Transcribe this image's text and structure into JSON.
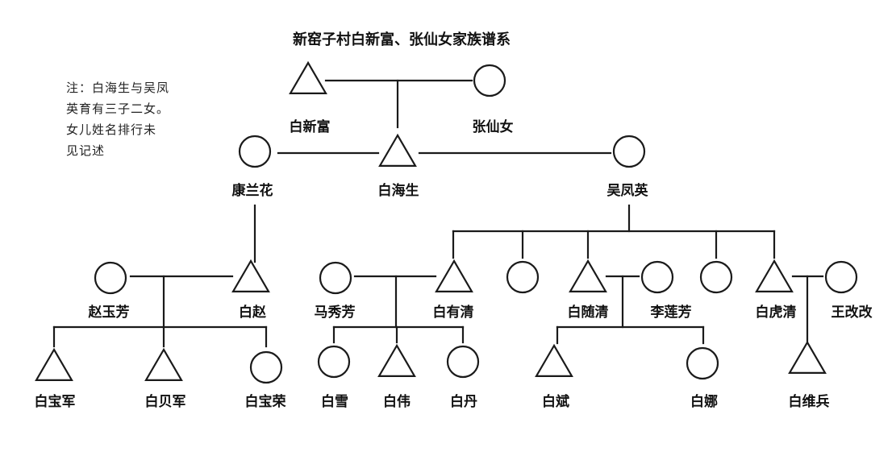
{
  "title": "新窑子村白新富、张仙女家族谱系",
  "note_lines": [
    "注：白海生与吴凤",
    "英育有三子二女。",
    "女儿姓名排行未",
    "见记述"
  ],
  "legend_semantics": {
    "triangle": "male",
    "circle": "female"
  },
  "people": [
    {
      "id": "bai-xinfu",
      "name": "白新富",
      "sex": "male"
    },
    {
      "id": "zhang-xiannv",
      "name": "张仙女",
      "sex": "female"
    },
    {
      "id": "kang-lanhua",
      "name": "康兰花",
      "sex": "female"
    },
    {
      "id": "bai-haisheng",
      "name": "白海生",
      "sex": "male"
    },
    {
      "id": "wu-fengying",
      "name": "吴凤英",
      "sex": "female"
    },
    {
      "id": "zhao-yufang",
      "name": "赵玉芳",
      "sex": "female"
    },
    {
      "id": "bai-zhao",
      "name": "白赵",
      "sex": "male"
    },
    {
      "id": "ma-xiufang",
      "name": "马秀芳",
      "sex": "female"
    },
    {
      "id": "bai-youqing",
      "name": "白有清",
      "sex": "male"
    },
    {
      "id": "daughter-1",
      "name": "",
      "sex": "female"
    },
    {
      "id": "bai-suiqing",
      "name": "白随清",
      "sex": "male"
    },
    {
      "id": "li-lianfang",
      "name": "李莲芳",
      "sex": "female"
    },
    {
      "id": "daughter-2",
      "name": "",
      "sex": "female"
    },
    {
      "id": "bai-huqing",
      "name": "白虎清",
      "sex": "male"
    },
    {
      "id": "wang-gaigai",
      "name": "王改改",
      "sex": "female"
    },
    {
      "id": "bai-baojun",
      "name": "白宝军",
      "sex": "male"
    },
    {
      "id": "bai-beijun",
      "name": "白贝军",
      "sex": "male"
    },
    {
      "id": "bai-baorong",
      "name": "白宝荣",
      "sex": "female"
    },
    {
      "id": "bai-xue",
      "name": "白雪",
      "sex": "female"
    },
    {
      "id": "bai-wei",
      "name": "白伟",
      "sex": "male"
    },
    {
      "id": "bai-dan",
      "name": "白丹",
      "sex": "female"
    },
    {
      "id": "bai-bin",
      "name": "白斌",
      "sex": "male"
    },
    {
      "id": "bai-na",
      "name": "白娜",
      "sex": "female"
    },
    {
      "id": "bai-weibing",
      "name": "白维兵",
      "sex": "male"
    }
  ],
  "marriages": [
    {
      "id": "m1",
      "partners": [
        "bai-xinfu",
        "zhang-xiannv"
      ],
      "children": [
        "bai-haisheng"
      ]
    },
    {
      "id": "m2",
      "partners": [
        "kang-lanhua",
        "bai-haisheng"
      ],
      "children": [
        "bai-zhao"
      ]
    },
    {
      "id": "m3",
      "partners": [
        "bai-haisheng",
        "wu-fengying"
      ],
      "children": [
        "bai-youqing",
        "daughter-1",
        "bai-suiqing",
        "daughter-2",
        "bai-huqing"
      ]
    },
    {
      "id": "m4",
      "partners": [
        "zhao-yufang",
        "bai-zhao"
      ],
      "children": [
        "bai-baojun",
        "bai-beijun",
        "bai-baorong"
      ]
    },
    {
      "id": "m5",
      "partners": [
        "ma-xiufang",
        "bai-youqing"
      ],
      "children": [
        "bai-xue",
        "bai-wei",
        "bai-dan"
      ]
    },
    {
      "id": "m6",
      "partners": [
        "bai-suiqing",
        "li-lianfang"
      ],
      "children": [
        "bai-bin",
        "bai-na"
      ]
    },
    {
      "id": "m7",
      "partners": [
        "bai-huqing",
        "wang-gaigai"
      ],
      "children": [
        "bai-weibing"
      ]
    }
  ]
}
